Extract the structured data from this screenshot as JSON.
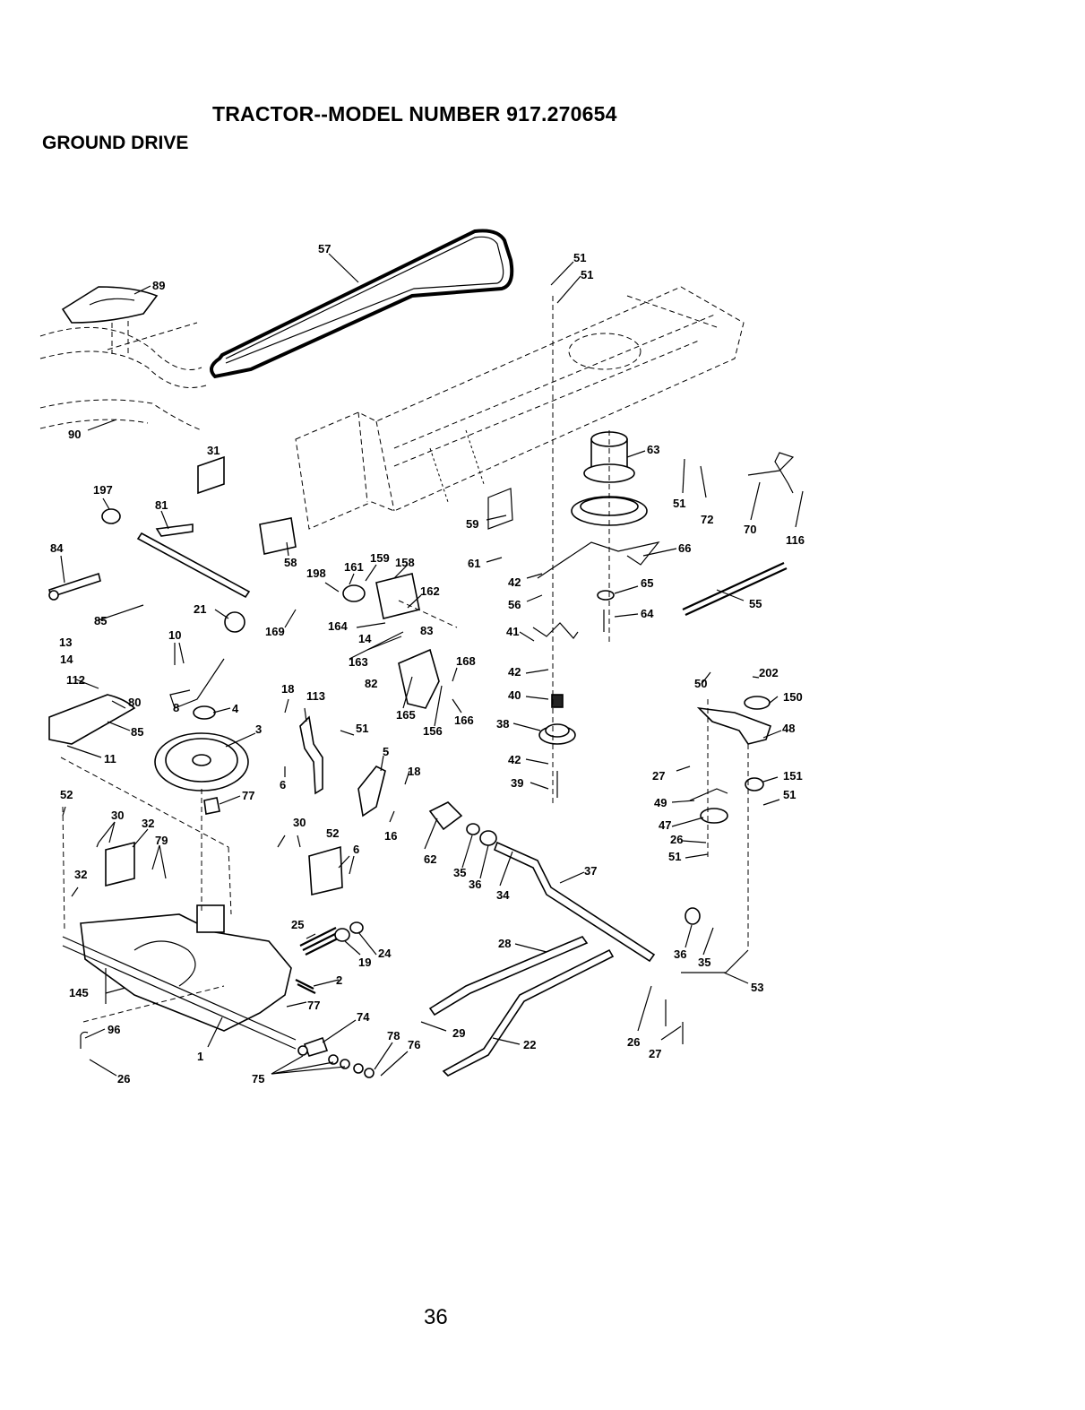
{
  "header": {
    "title": "TRACTOR--MODEL NUMBER 917.270654",
    "section": "GROUND DRIVE"
  },
  "footer": {
    "page_number": "36"
  },
  "callouts": [
    "57",
    "51",
    "51",
    "89",
    "90",
    "31",
    "197",
    "81",
    "84",
    "58",
    "198",
    "161",
    "159",
    "158",
    "162",
    "169",
    "164",
    "14",
    "83",
    "163",
    "168",
    "82",
    "165",
    "156",
    "166",
    "21",
    "10",
    "85",
    "13",
    "14",
    "112",
    "80",
    "85",
    "8",
    "4",
    "3",
    "11",
    "18",
    "113",
    "51",
    "5",
    "18",
    "6",
    "16",
    "52",
    "30",
    "32",
    "79",
    "77",
    "32",
    "30",
    "52",
    "6",
    "62",
    "35",
    "36",
    "34",
    "37",
    "25",
    "24",
    "19",
    "2",
    "77",
    "74",
    "78",
    "76",
    "75",
    "145",
    "96",
    "26",
    "1",
    "28",
    "29",
    "22",
    "26",
    "27",
    "59",
    "61",
    "42",
    "56",
    "41",
    "42",
    "40",
    "38",
    "42",
    "39",
    "63",
    "66",
    "65",
    "64",
    "51",
    "72",
    "70",
    "116",
    "55",
    "50",
    "202",
    "150",
    "48",
    "27",
    "151",
    "51",
    "49",
    "47",
    "26",
    "51",
    "36",
    "35",
    "53"
  ]
}
